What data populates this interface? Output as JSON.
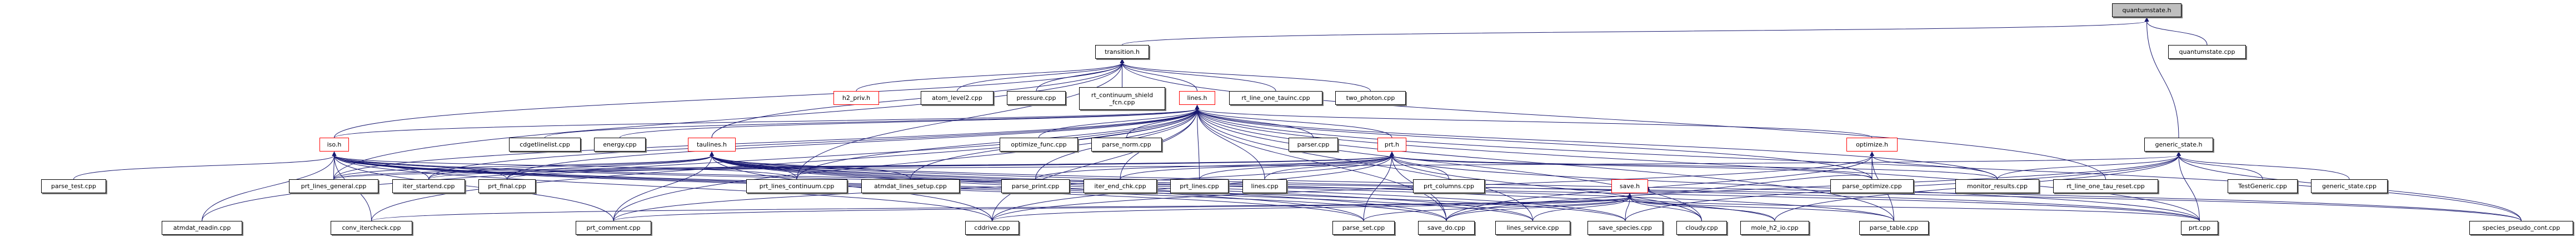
{
  "colors": {
    "edge": "#191970",
    "truncated_border": "#ff0000",
    "root_fill": "#bfbfbf",
    "node_border": "#000000"
  },
  "graph": {
    "nodes": [
      {
        "id": "quantumstate_h",
        "label": "quantumstate.h",
        "style": "root"
      },
      {
        "id": "transition_h",
        "label": "transition.h",
        "style": "normal"
      },
      {
        "id": "quantumstate_cpp",
        "label": "quantumstate.cpp",
        "style": "normal"
      },
      {
        "id": "h2_priv_h",
        "label": "h2_priv.h",
        "style": "truncated"
      },
      {
        "id": "atom_level2",
        "label": "atom_level2.cpp",
        "style": "normal"
      },
      {
        "id": "pressure",
        "label": "pressure.cpp",
        "style": "normal"
      },
      {
        "id": "rt_cont_shield",
        "label": "rt_continuum_shield\n_fcn.cpp",
        "style": "normal"
      },
      {
        "id": "lines_h",
        "label": "lines.h",
        "style": "truncated"
      },
      {
        "id": "rt_line_one_tauinc",
        "label": "rt_line_one_tauinc.cpp",
        "style": "normal"
      },
      {
        "id": "two_photon",
        "label": "two_photon.cpp",
        "style": "normal"
      },
      {
        "id": "iso_h",
        "label": "iso.h",
        "style": "truncated"
      },
      {
        "id": "cdgetlinelist",
        "label": "cdgetlinelist.cpp",
        "style": "normal"
      },
      {
        "id": "energy",
        "label": "energy.cpp",
        "style": "normal"
      },
      {
        "id": "taulines_h",
        "label": "taulines.h",
        "style": "truncated"
      },
      {
        "id": "optimize_func",
        "label": "optimize_func.cpp",
        "style": "normal"
      },
      {
        "id": "parse_norm",
        "label": "parse_norm.cpp",
        "style": "normal"
      },
      {
        "id": "parser",
        "label": "parser.cpp",
        "style": "normal"
      },
      {
        "id": "prt_h",
        "label": "prt.h",
        "style": "truncated"
      },
      {
        "id": "optimize_h",
        "label": "optimize.h",
        "style": "truncated"
      },
      {
        "id": "generic_state_h",
        "label": "generic_state.h",
        "style": "normal"
      },
      {
        "id": "parse_test",
        "label": "parse_test.cpp",
        "style": "normal"
      },
      {
        "id": "prt_lines_general",
        "label": "prt_lines_general.cpp",
        "style": "normal"
      },
      {
        "id": "iter_startend",
        "label": "iter_startend.cpp",
        "style": "normal"
      },
      {
        "id": "prt_final",
        "label": "prt_final.cpp",
        "style": "normal"
      },
      {
        "id": "prt_lines_continuum",
        "label": "prt_lines_continuum.cpp",
        "style": "normal"
      },
      {
        "id": "atmdat_lines_setup",
        "label": "atmdat_lines_setup.cpp",
        "style": "normal"
      },
      {
        "id": "parse_print",
        "label": "parse_print.cpp",
        "style": "normal"
      },
      {
        "id": "iter_end_chk",
        "label": "iter_end_chk.cpp",
        "style": "normal"
      },
      {
        "id": "prt_lines",
        "label": "prt_lines.cpp",
        "style": "normal"
      },
      {
        "id": "lines_cpp",
        "label": "lines.cpp",
        "style": "normal"
      },
      {
        "id": "prt_columns",
        "label": "prt_columns.cpp",
        "style": "normal"
      },
      {
        "id": "save_h",
        "label": "save.h",
        "style": "truncated"
      },
      {
        "id": "parse_optimize",
        "label": "parse_optimize.cpp",
        "style": "normal"
      },
      {
        "id": "monitor_results",
        "label": "monitor_results.cpp",
        "style": "normal"
      },
      {
        "id": "rt_line_one_tau_reset",
        "label": "rt_line_one_tau_reset.cpp",
        "style": "normal"
      },
      {
        "id": "TestGeneric",
        "label": "TestGeneric.cpp",
        "style": "normal"
      },
      {
        "id": "generic_state_cpp",
        "label": "generic_state.cpp",
        "style": "normal"
      },
      {
        "id": "atmdat_readin",
        "label": "atmdat_readin.cpp",
        "style": "normal"
      },
      {
        "id": "conv_itercheck",
        "label": "conv_itercheck.cpp",
        "style": "normal"
      },
      {
        "id": "prt_comment",
        "label": "prt_comment.cpp",
        "style": "normal"
      },
      {
        "id": "cddrive",
        "label": "cddrive.cpp",
        "style": "normal"
      },
      {
        "id": "parse_set",
        "label": "parse_set.cpp",
        "style": "normal"
      },
      {
        "id": "save_do",
        "label": "save_do.cpp",
        "style": "normal"
      },
      {
        "id": "lines_service",
        "label": "lines_service.cpp",
        "style": "normal"
      },
      {
        "id": "save_species",
        "label": "save_species.cpp",
        "style": "normal"
      },
      {
        "id": "cloudy",
        "label": "cloudy.cpp",
        "style": "normal"
      },
      {
        "id": "mole_h2_io",
        "label": "mole_h2_io.cpp",
        "style": "normal"
      },
      {
        "id": "parse_table",
        "label": "parse_table.cpp",
        "style": "normal"
      },
      {
        "id": "prt_cpp",
        "label": "prt.cpp",
        "style": "normal"
      },
      {
        "id": "species_pseudo_cont",
        "label": "species_pseudo_cont.cpp",
        "style": "normal"
      }
    ],
    "edges": [
      [
        "transition_h",
        "quantumstate_h"
      ],
      [
        "quantumstate_cpp",
        "quantumstate_h"
      ],
      [
        "generic_state_h",
        "quantumstate_h"
      ],
      [
        "h2_priv_h",
        "transition_h"
      ],
      [
        "atom_level2",
        "transition_h"
      ],
      [
        "pressure",
        "transition_h"
      ],
      [
        "rt_cont_shield",
        "transition_h"
      ],
      [
        "lines_h",
        "transition_h"
      ],
      [
        "rt_line_one_tauinc",
        "transition_h"
      ],
      [
        "two_photon",
        "transition_h"
      ],
      [
        "iso_h",
        "transition_h"
      ],
      [
        "taulines_h",
        "transition_h"
      ],
      [
        "rt_line_one_tau_reset",
        "transition_h"
      ],
      [
        "prt_lines_general",
        "transition_h"
      ],
      [
        "prt_lines_continuum",
        "transition_h"
      ],
      [
        "iso_h",
        "lines_h"
      ],
      [
        "cdgetlinelist",
        "lines_h"
      ],
      [
        "energy",
        "lines_h"
      ],
      [
        "optimize_func",
        "lines_h"
      ],
      [
        "parse_norm",
        "lines_h"
      ],
      [
        "parser",
        "lines_h"
      ],
      [
        "prt_h",
        "lines_h"
      ],
      [
        "optimize_h",
        "lines_h"
      ],
      [
        "prt_lines_general",
        "lines_h"
      ],
      [
        "iter_startend",
        "lines_h"
      ],
      [
        "prt_final",
        "lines_h"
      ],
      [
        "prt_lines_continuum",
        "lines_h"
      ],
      [
        "atmdat_lines_setup",
        "lines_h"
      ],
      [
        "parse_print",
        "lines_h"
      ],
      [
        "iter_end_chk",
        "lines_h"
      ],
      [
        "prt_lines",
        "lines_h"
      ],
      [
        "lines_cpp",
        "lines_h"
      ],
      [
        "monitor_results",
        "lines_h"
      ],
      [
        "parse_optimize",
        "lines_h"
      ],
      [
        "atmdat_readin",
        "lines_h"
      ],
      [
        "conv_itercheck",
        "lines_h"
      ],
      [
        "prt_comment",
        "lines_h"
      ],
      [
        "cddrive",
        "lines_h"
      ],
      [
        "save_do",
        "lines_h"
      ],
      [
        "lines_service",
        "lines_h"
      ],
      [
        "species_pseudo_cont",
        "lines_h"
      ],
      [
        "prt_cpp",
        "lines_h"
      ],
      [
        "parse_table",
        "lines_h"
      ],
      [
        "cloudy",
        "lines_h"
      ],
      [
        "parse_test",
        "iso_h"
      ],
      [
        "prt_lines_general",
        "iso_h"
      ],
      [
        "iter_startend",
        "iso_h"
      ],
      [
        "prt_final",
        "iso_h"
      ],
      [
        "atmdat_readin",
        "iso_h"
      ],
      [
        "conv_itercheck",
        "iso_h"
      ],
      [
        "prt_comment",
        "iso_h"
      ],
      [
        "cddrive",
        "iso_h"
      ],
      [
        "save_do",
        "iso_h"
      ],
      [
        "lines_service",
        "iso_h"
      ],
      [
        "prt_lines_continuum",
        "iso_h"
      ],
      [
        "parse_set",
        "iso_h"
      ],
      [
        "save_species",
        "iso_h"
      ],
      [
        "prt_cpp",
        "iso_h"
      ],
      [
        "species_pseudo_cont",
        "iso_h"
      ],
      [
        "prt_final",
        "taulines_h"
      ],
      [
        "prt_lines_continuum",
        "taulines_h"
      ],
      [
        "atmdat_lines_setup",
        "taulines_h"
      ],
      [
        "prt_comment",
        "taulines_h"
      ],
      [
        "cddrive",
        "taulines_h"
      ],
      [
        "parse_set",
        "taulines_h"
      ],
      [
        "save_do",
        "taulines_h"
      ],
      [
        "lines_service",
        "taulines_h"
      ],
      [
        "prt_lines_general",
        "taulines_h"
      ],
      [
        "parse_table",
        "taulines_h"
      ],
      [
        "mole_h2_io",
        "taulines_h"
      ],
      [
        "save_species",
        "taulines_h"
      ],
      [
        "iter_startend",
        "taulines_h"
      ],
      [
        "prt_cpp",
        "taulines_h"
      ],
      [
        "species_pseudo_cont",
        "taulines_h"
      ],
      [
        "prt_columns",
        "prt_h"
      ],
      [
        "parse_set",
        "prt_h"
      ],
      [
        "save_do",
        "prt_h"
      ],
      [
        "prt_lines",
        "prt_h"
      ],
      [
        "lines_cpp",
        "prt_h"
      ],
      [
        "iter_startend",
        "prt_h"
      ],
      [
        "prt_final",
        "prt_h"
      ],
      [
        "prt_lines_general",
        "prt_h"
      ],
      [
        "parse_print",
        "prt_h"
      ],
      [
        "iter_end_chk",
        "prt_h"
      ],
      [
        "prt_comment",
        "prt_h"
      ],
      [
        "cddrive",
        "prt_h"
      ],
      [
        "parse_optimize",
        "prt_h"
      ],
      [
        "monitor_results",
        "prt_h"
      ],
      [
        "prt_cpp",
        "prt_h"
      ],
      [
        "cloudy",
        "prt_h"
      ],
      [
        "save_species",
        "save_h"
      ],
      [
        "cloudy",
        "save_h"
      ],
      [
        "mole_h2_io",
        "save_h"
      ],
      [
        "lines_service",
        "save_h"
      ],
      [
        "save_do",
        "save_h"
      ],
      [
        "parse_set",
        "save_h"
      ],
      [
        "cddrive",
        "save_h"
      ],
      [
        "parse_table",
        "save_h"
      ],
      [
        "prt_cpp",
        "save_h"
      ],
      [
        "conv_itercheck",
        "save_h"
      ],
      [
        "parse_optimize",
        "save_h"
      ],
      [
        "prt_comment",
        "save_h"
      ],
      [
        "parse_optimize",
        "optimize_h"
      ],
      [
        "monitor_results",
        "optimize_h"
      ],
      [
        "parse_table",
        "optimize_h"
      ],
      [
        "cddrive",
        "optimize_h"
      ],
      [
        "save_do",
        "optimize_h"
      ],
      [
        "TestGeneric",
        "generic_state_h"
      ],
      [
        "generic_state_cpp",
        "generic_state_h"
      ],
      [
        "monitor_results",
        "generic_state_h"
      ],
      [
        "species_pseudo_cont",
        "generic_state_h"
      ],
      [
        "prt_cpp",
        "generic_state_h"
      ],
      [
        "mole_h2_io",
        "generic_state_h"
      ],
      [
        "save_species",
        "generic_state_h"
      ],
      [
        "prt_lines_general",
        "generic_state_h"
      ],
      [
        "save_do",
        "generic_state_h"
      ]
    ]
  }
}
